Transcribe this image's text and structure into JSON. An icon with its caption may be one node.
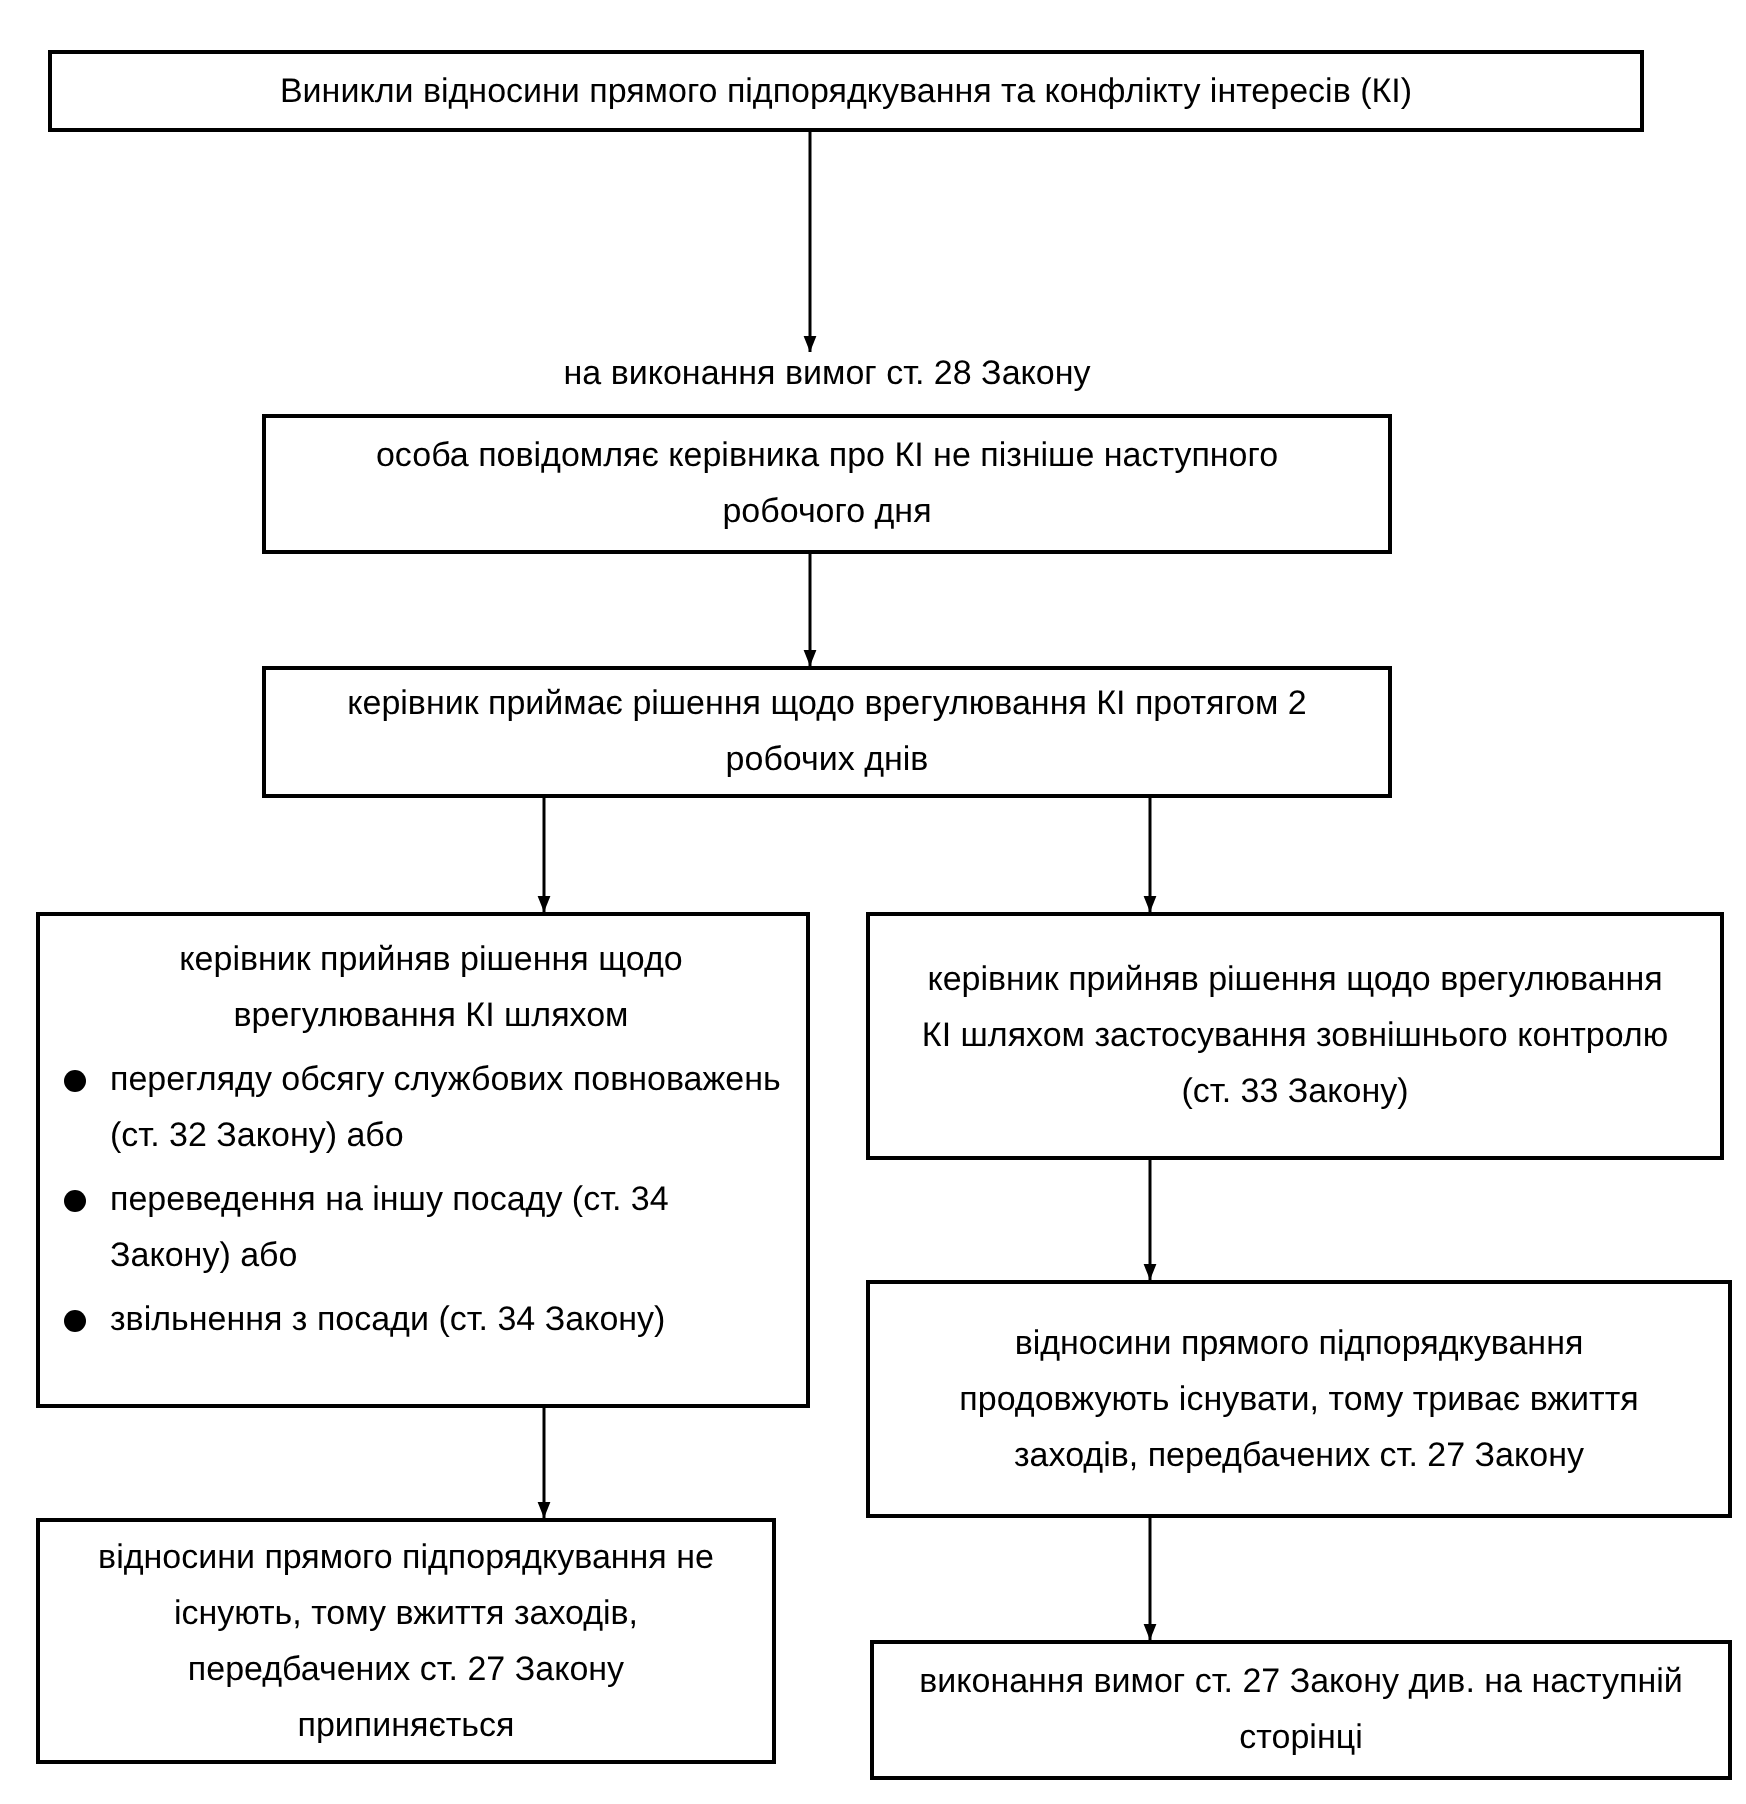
{
  "diagram": {
    "nodes": [
      {
        "text": [
          "Виникли відносини прямого підпорядкування та конфлікту інтересів (КІ)"
        ]
      },
      {
        "text": [
          "на виконання вимог ст. 28 Закону",
          "особа повідомляє керівника про КІ не пізніше наступного робочого дня"
        ]
      },
      {
        "text": [
          "керівник приймає рішення щодо врегулювання КІ протягом 2 робочих днів"
        ]
      },
      {
        "text": [
          "керівник прийняв рішення щодо врегулювання КІ шляхом",
          "перегляду обсягу службових повноважень (ст. 32 Закону) або",
          "переведення на іншу посаду (ст. 34 Закону) або",
          "звільнення з посади (ст. 34 Закону)"
        ]
      },
      {
        "text": [
          "керівник прийняв рішення щодо врегулювання КІ шляхом застосування зовнішнього контролю (ст. 33 Закону)"
        ]
      },
      {
        "text": [
          "відносини прямого підпорядкування продовжують існувати, тому триває вжиття заходів, передбачених ст. 27 Закону"
        ]
      },
      {
        "text": [
          "відносини прямого підпорядкування не існують, тому вжиття заходів, передбачених ст. 27 Закону припиняється"
        ]
      },
      {
        "text": [
          "виконання вимог ст. 27 Закону див. на наступній сторінці"
        ]
      }
    ],
    "edges": [
      {
        "from": 0,
        "to": 1,
        "arrow": "to"
      },
      {
        "from": 1,
        "to": 2,
        "arrow": "to"
      },
      {
        "from": 2,
        "to": 3,
        "arrow": "to"
      },
      {
        "from": 2,
        "to": 4,
        "arrow": "to"
      },
      {
        "from": 3,
        "to": 6,
        "arrow": "to"
      },
      {
        "from": 4,
        "to": 5,
        "arrow": "to"
      },
      {
        "from": 5,
        "to": 7,
        "arrow": "to"
      }
    ]
  }
}
